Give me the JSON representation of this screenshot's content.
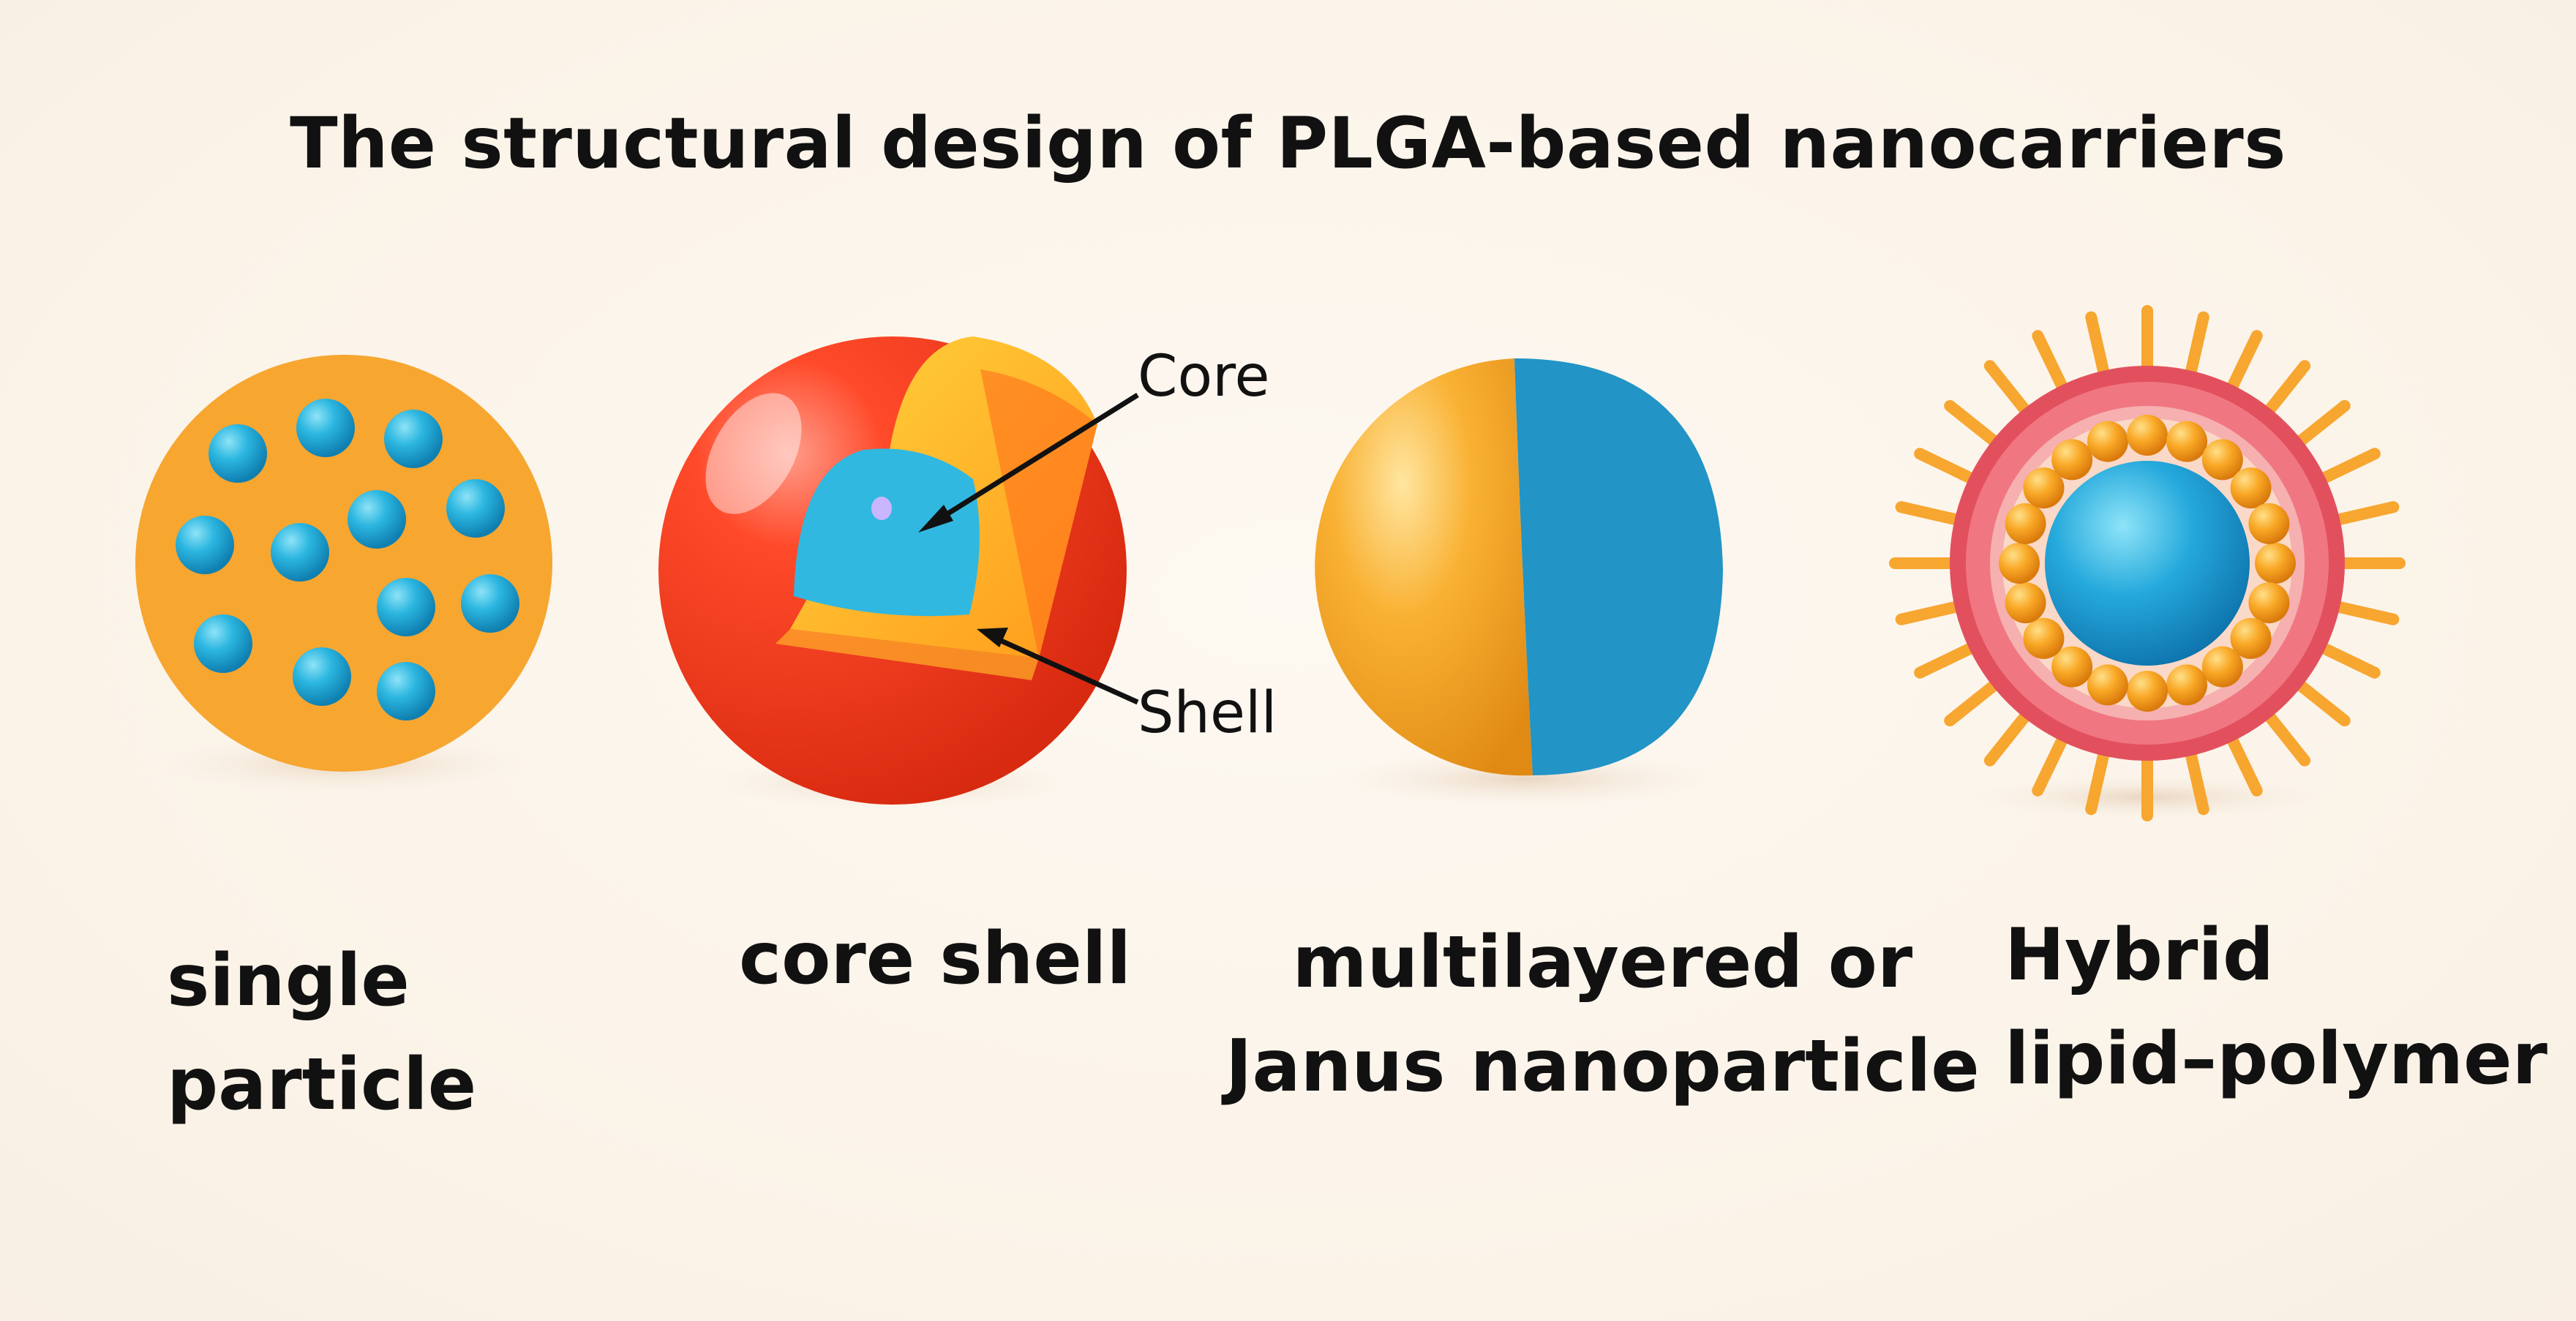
{
  "title": "The structural design of PLGA-based nanocarriers",
  "structures": [
    {
      "label_lines": [
        "single",
        "particle"
      ],
      "icon": "single-particle-icon"
    },
    {
      "label_lines": [
        "core shell"
      ],
      "icon": "core-shell-icon"
    },
    {
      "label_lines": [
        "multilayered or",
        "Janus nanoparticle"
      ],
      "icon": "janus-particle-icon"
    },
    {
      "label_lines": [
        "Hybrid",
        "lipid–polymer"
      ],
      "icon": "hybrid-lipid-polymer-icon"
    }
  ],
  "callouts": {
    "core": "Core",
    "shell": "Shell"
  },
  "colors": {
    "orange": "#f7a630",
    "blue": "#2bb6e0",
    "janus_blue": "#2294c6",
    "red": "#f03a1e",
    "yellow": "#ffc21a",
    "pink_ring": "#e2505e",
    "background": "#fcf5ec"
  }
}
